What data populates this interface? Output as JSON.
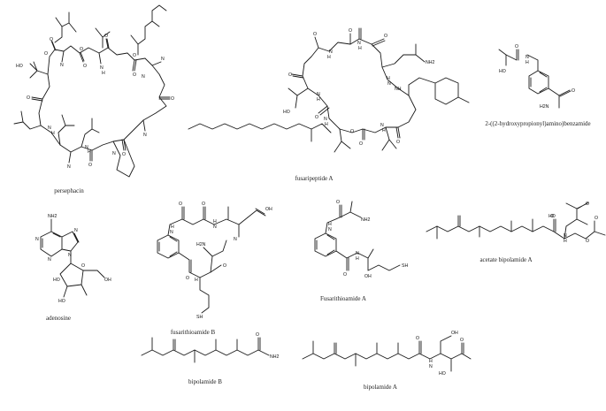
{
  "molecules": [
    {
      "id": "persephacin",
      "caption": "persephacin",
      "atoms": [
        "O",
        "O",
        "N",
        "O",
        "HO",
        "N",
        "O",
        "N",
        "O",
        "N",
        "O",
        "N",
        "O",
        "O",
        "N",
        "O",
        "N",
        "N",
        "O",
        "O",
        "N",
        "H",
        "H",
        "H"
      ]
    },
    {
      "id": "fusaripeptide-a",
      "caption": "fusaripeptide A",
      "atoms": [
        "O",
        "H",
        "N",
        "O",
        "N",
        "H",
        "O",
        "O",
        "N",
        "H",
        "H",
        "N",
        "O",
        "HO",
        "O",
        "H",
        "N",
        "NH",
        "O",
        "O",
        "N",
        "H",
        "NH2"
      ]
    },
    {
      "id": "hydroxypropionylamino-benzamide",
      "caption": "2-((2-hydroxypropionyl)amino)benzamide",
      "atoms": [
        "O",
        "H",
        "N",
        "HO",
        "H2N",
        "O"
      ]
    },
    {
      "id": "adenosine",
      "caption": "adenosine",
      "atoms": [
        "NH2",
        "N",
        "N",
        "N",
        "N",
        "O",
        "HO",
        "HO",
        "OH"
      ]
    },
    {
      "id": "fusarithioamide-b",
      "caption": "fusarithioamide B",
      "atoms": [
        "O",
        "H",
        "N",
        "N",
        "H",
        "N",
        "O",
        "OH",
        "H2N",
        "O",
        "O",
        "H",
        "SH"
      ]
    },
    {
      "id": "fusarithioamide-a",
      "caption": "Fusarithioamide A",
      "atoms": [
        "O",
        "NH2",
        "H",
        "N",
        "O",
        "H",
        "N",
        "OH",
        "SH"
      ]
    },
    {
      "id": "acetate-bipolamide-a",
      "caption": "acetate bipolamide A",
      "atoms": [
        "HO",
        "O",
        "O",
        "H",
        "N",
        "O",
        "O"
      ]
    },
    {
      "id": "bipolamide-b",
      "caption": "bipolamide B",
      "atoms": [
        "O",
        "NH2"
      ]
    },
    {
      "id": "bipolamide-a",
      "caption": "bipolamide A",
      "atoms": [
        "O",
        "H",
        "N",
        "OH",
        "HO",
        "O"
      ]
    }
  ]
}
